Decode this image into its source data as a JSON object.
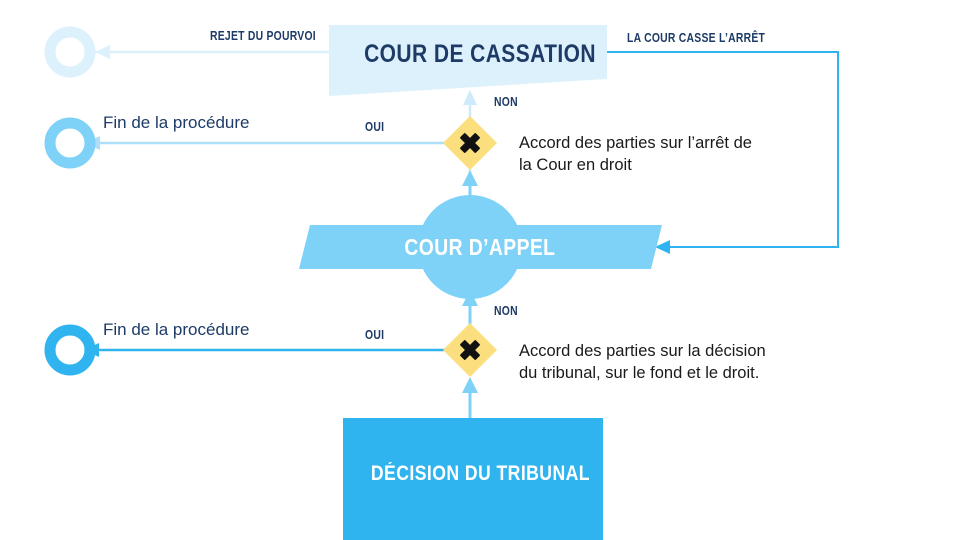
{
  "diagram": {
    "title": "Procedure judiciaire - voies de recours",
    "colors": {
      "brand_blue": "#2fb4ef",
      "mid_blue": "#7fd2f7",
      "pale_blue": "#ddf1fc",
      "navy": "#1d3b66",
      "yellow": "#fbdf7e",
      "black": "#111111",
      "white": "#ffffff"
    },
    "nodes": {
      "cassation": {
        "label": "COUR DE CASSATION",
        "shape": "banner"
      },
      "appel": {
        "label": "COUR D’APPEL",
        "shape": "parallelogram"
      },
      "tribunal": {
        "label": "DÉCISION DU TRIBUNAL",
        "shape": "rectangle"
      },
      "decision_top": {
        "label": "",
        "shape": "diamond",
        "glyph": "cross-x-icon"
      },
      "decision_bottom": {
        "label": "",
        "shape": "diamond",
        "glyph": "cross-x-icon"
      }
    },
    "terminals": [
      {
        "id": "end-rejet",
        "label": "",
        "shape": "circle",
        "state": "faded"
      },
      {
        "id": "end-procedure-top",
        "label": "Fin de la procédure",
        "shape": "circle",
        "state": "normal"
      },
      {
        "id": "end-procedure-bottom",
        "label": "Fin de la procédure",
        "shape": "circle",
        "state": "strong"
      }
    ],
    "edges": [
      {
        "id": "rejet",
        "label": "REJET DU POURVOI",
        "state": "faded"
      },
      {
        "id": "casse",
        "label": "LA COUR CASSE L’ARRÊT",
        "state": "normal"
      },
      {
        "id": "non-top",
        "label": "NON",
        "state": "faded"
      },
      {
        "id": "oui-top",
        "label": "OUI",
        "state": "faded"
      },
      {
        "id": "non-bottom",
        "label": "NON",
        "state": "normal"
      },
      {
        "id": "oui-bottom",
        "label": "OUI",
        "state": "normal"
      }
    ],
    "annotations": [
      {
        "id": "accord-arret",
        "text": "Accord des parties sur l’arrêt de\nla Cour en droit"
      },
      {
        "id": "accord-tribunal",
        "text": "Accord des parties sur la décision\ndu tribunal, sur le fond et le droit."
      }
    ]
  }
}
